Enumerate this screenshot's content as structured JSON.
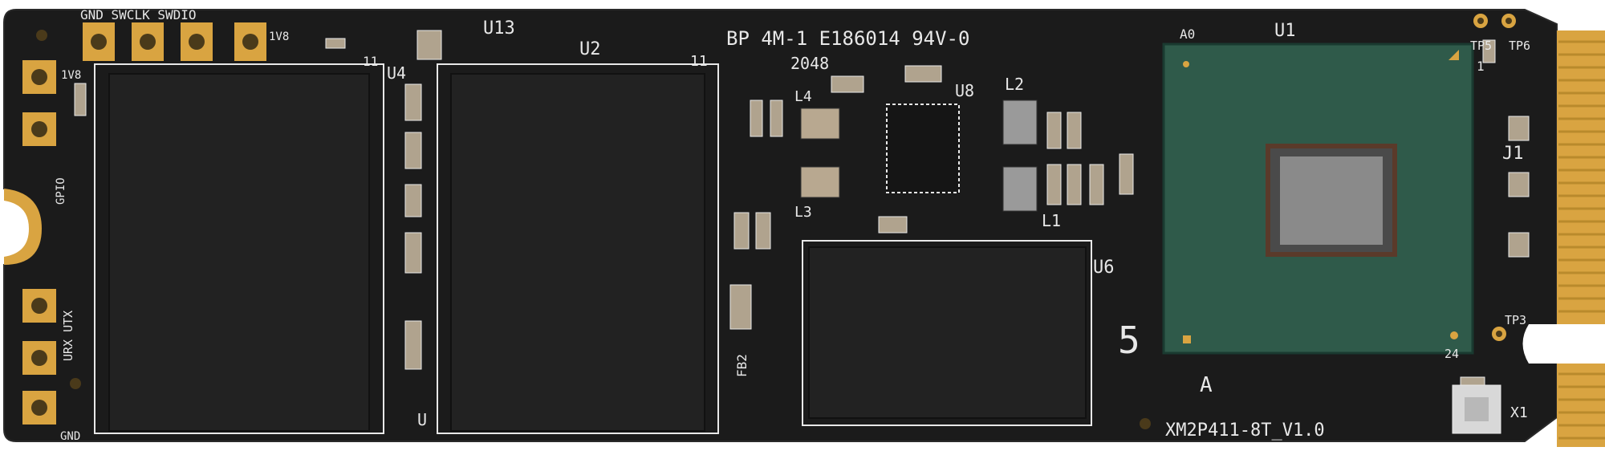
{
  "pcb": {
    "colors": {
      "board": "#1a1a1a",
      "silkscreen": "#e8e8e8",
      "gold": "#d9a441",
      "chip": "#202020",
      "controller": "#2f5a4a"
    },
    "header_pins_label": "GND SWCLK SWDIO",
    "label_1v8_top": "1V8",
    "label_1v8_left": "1V8",
    "label_gpio": "GPIO",
    "label_uart": "URX UTX",
    "label_gnd": "GND",
    "ref_u13": "U13",
    "ref_u2": "U2",
    "ref_u4": "U4",
    "ref_u6": "U6",
    "ref_u8": "U8",
    "ref_u1": "U1",
    "ref_j1": "J1",
    "ref_l1": "L1",
    "ref_l2": "L2",
    "ref_l3": "L3",
    "ref_l4": "L4",
    "ref_fb2": "FB2",
    "ref_tp5": "TP5",
    "ref_tp6": "TP6",
    "ref_tp3": "TP3",
    "ref_x1": "X1",
    "ref_a0": "A0",
    "pin_11_a": "11",
    "pin_11_b": "11",
    "pin_1": "1",
    "pin_24": "24",
    "letter_u": "U",
    "letter_a": "A",
    "ul_line": "BP 4M-1 E186014 94V-0",
    "date_code": "2048",
    "big_number": "5",
    "model_line": "XM2P411-8T_V1.0"
  }
}
